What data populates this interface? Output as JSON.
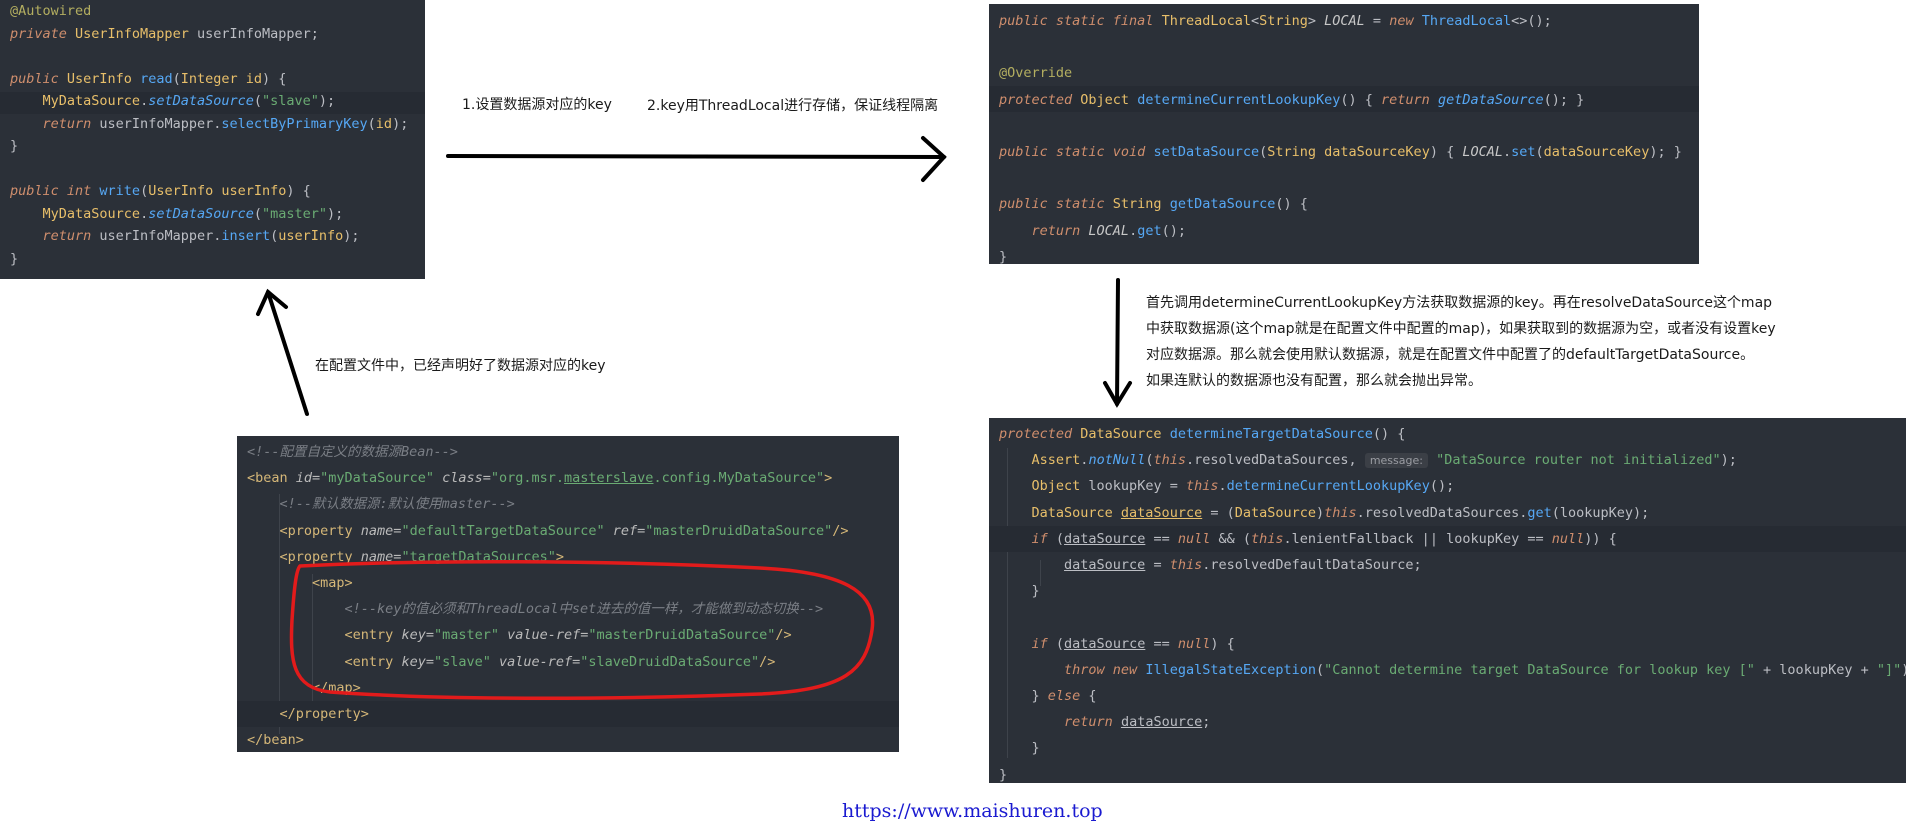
{
  "panel_read_write": {
    "lines": [
      [
        {
          "c": "an",
          "t": "@Autowired"
        }
      ],
      [
        {
          "c": "kw",
          "t": "private "
        },
        {
          "c": "ty",
          "t": "UserInfoMapper "
        },
        {
          "c": "",
          "t": "userInfoMapper;"
        }
      ],
      [],
      [
        {
          "c": "kw",
          "t": "public "
        },
        {
          "c": "ty",
          "t": "UserInfo "
        },
        {
          "c": "fn",
          "t": "read"
        },
        {
          "c": "",
          "t": "("
        },
        {
          "c": "ty",
          "t": "Integer "
        },
        {
          "c": "pa",
          "t": "id"
        },
        {
          "c": "",
          "t": ") {"
        }
      ],
      [
        {
          "c": "",
          "t": "    "
        },
        {
          "c": "ty",
          "t": "MyDataSource"
        },
        {
          "c": "",
          "t": "."
        },
        {
          "c": "fi",
          "t": "setDataSource"
        },
        {
          "c": "",
          "t": "("
        },
        {
          "c": "st",
          "t": "\"slave\""
        },
        {
          "c": "",
          "t": ");"
        }
      ],
      [
        {
          "c": "",
          "t": "    "
        },
        {
          "c": "kw",
          "t": "return "
        },
        {
          "c": "",
          "t": "userInfoMapper."
        },
        {
          "c": "fn",
          "t": "selectByPrimaryKey"
        },
        {
          "c": "",
          "t": "("
        },
        {
          "c": "pa",
          "t": "id"
        },
        {
          "c": "",
          "t": ");"
        }
      ],
      [
        {
          "c": "",
          "t": "}"
        }
      ],
      [],
      [
        {
          "c": "kw",
          "t": "public "
        },
        {
          "c": "kw",
          "t": "int "
        },
        {
          "c": "fn",
          "t": "write"
        },
        {
          "c": "",
          "t": "("
        },
        {
          "c": "ty",
          "t": "UserInfo "
        },
        {
          "c": "pa",
          "t": "userInfo"
        },
        {
          "c": "",
          "t": ") {"
        }
      ],
      [
        {
          "c": "",
          "t": "    "
        },
        {
          "c": "ty",
          "t": "MyDataSource"
        },
        {
          "c": "",
          "t": "."
        },
        {
          "c": "fi",
          "t": "setDataSource"
        },
        {
          "c": "",
          "t": "("
        },
        {
          "c": "st",
          "t": "\"master\""
        },
        {
          "c": "",
          "t": ");"
        }
      ],
      [
        {
          "c": "",
          "t": "    "
        },
        {
          "c": "kw",
          "t": "return "
        },
        {
          "c": "",
          "t": "userInfoMapper."
        },
        {
          "c": "fn",
          "t": "insert"
        },
        {
          "c": "",
          "t": "("
        },
        {
          "c": "pa",
          "t": "userInfo"
        },
        {
          "c": "",
          "t": ");"
        }
      ],
      [
        {
          "c": "",
          "t": "}"
        }
      ]
    ]
  },
  "panel_threadlocal": {
    "lines": [
      [
        {
          "c": "kw",
          "t": "public static final "
        },
        {
          "c": "ty",
          "t": "ThreadLocal"
        },
        {
          "c": "",
          "t": "<"
        },
        {
          "c": "ty",
          "t": "String"
        },
        {
          "c": "",
          "t": "> "
        },
        {
          "c": "bi",
          "t": "LOCAL"
        },
        {
          "c": "",
          "t": " = "
        },
        {
          "c": "kw",
          "t": "new "
        },
        {
          "c": "fn",
          "t": "ThreadLocal"
        },
        {
          "c": "",
          "t": "<>();"
        }
      ],
      [],
      [
        {
          "c": "an",
          "t": "@Override"
        }
      ],
      [
        {
          "c": "kw",
          "t": "protected "
        },
        {
          "c": "ty",
          "t": "Object "
        },
        {
          "c": "fn",
          "t": "determineCurrentLookupKey"
        },
        {
          "c": "",
          "t": "() { "
        },
        {
          "c": "kw",
          "t": "return "
        },
        {
          "c": "fi",
          "t": "getDataSource"
        },
        {
          "c": "",
          "t": "(); }"
        }
      ],
      [],
      [
        {
          "c": "kw",
          "t": "public static "
        },
        {
          "c": "kw",
          "t": "void "
        },
        {
          "c": "fn",
          "t": "setDataSource"
        },
        {
          "c": "",
          "t": "("
        },
        {
          "c": "ty",
          "t": "String "
        },
        {
          "c": "pa",
          "t": "dataSourceKey"
        },
        {
          "c": "",
          "t": ") { "
        },
        {
          "c": "bi",
          "t": "LOCAL"
        },
        {
          "c": "",
          "t": "."
        },
        {
          "c": "fn",
          "t": "set"
        },
        {
          "c": "",
          "t": "("
        },
        {
          "c": "pa",
          "t": "dataSourceKey"
        },
        {
          "c": "",
          "t": "); }"
        }
      ],
      [],
      [
        {
          "c": "kw",
          "t": "public static "
        },
        {
          "c": "ty",
          "t": "String "
        },
        {
          "c": "fn",
          "t": "getDataSource"
        },
        {
          "c": "",
          "t": "() {"
        }
      ],
      [
        {
          "c": "",
          "t": "    "
        },
        {
          "c": "kw",
          "t": "return "
        },
        {
          "c": "bi",
          "t": "LOCAL"
        },
        {
          "c": "",
          "t": "."
        },
        {
          "c": "fn",
          "t": "get"
        },
        {
          "c": "",
          "t": "();"
        }
      ],
      [
        {
          "c": "",
          "t": "}"
        }
      ]
    ]
  },
  "panel_xml": {
    "lines": [
      [
        {
          "c": "cm",
          "t": "<!--配置自定义的数据源Bean-->"
        }
      ],
      [
        {
          "c": "xt",
          "t": "<bean "
        },
        {
          "c": "xa",
          "t": "id="
        },
        {
          "c": "xv",
          "t": "\"myDataSource\" "
        },
        {
          "c": "xa",
          "t": "class="
        },
        {
          "c": "xv",
          "t": "\"org.msr."
        },
        {
          "c": "xv ul",
          "t": "masterslave"
        },
        {
          "c": "xv",
          "t": ".config.MyDataSource\""
        },
        {
          "c": "xt",
          "t": ">"
        }
      ],
      [
        {
          "c": "",
          "t": "    "
        },
        {
          "c": "cm",
          "t": "<!--默认数据源:默认使用master-->"
        }
      ],
      [
        {
          "c": "",
          "t": "    "
        },
        {
          "c": "xt",
          "t": "<property "
        },
        {
          "c": "xa",
          "t": "name="
        },
        {
          "c": "xv",
          "t": "\"defaultTargetDataSource\" "
        },
        {
          "c": "xa",
          "t": "ref="
        },
        {
          "c": "xv",
          "t": "\"masterDruidDataSource\""
        },
        {
          "c": "xt",
          "t": "/>"
        }
      ],
      [
        {
          "c": "",
          "t": "    "
        },
        {
          "c": "xt",
          "t": "<property "
        },
        {
          "c": "xa",
          "t": "name="
        },
        {
          "c": "xv",
          "t": "\"targetDataSources\""
        },
        {
          "c": "xt",
          "t": ">"
        }
      ],
      [
        {
          "c": "",
          "t": "        "
        },
        {
          "c": "xt",
          "t": "<map>"
        }
      ],
      [
        {
          "c": "",
          "t": "            "
        },
        {
          "c": "cm",
          "t": "<!--key的值必须和ThreadLocal中set进去的值一样，才能做到动态切换-->"
        }
      ],
      [
        {
          "c": "",
          "t": "            "
        },
        {
          "c": "xt",
          "t": "<entry "
        },
        {
          "c": "xa",
          "t": "key="
        },
        {
          "c": "xv",
          "t": "\"master\" "
        },
        {
          "c": "xa",
          "t": "value-ref="
        },
        {
          "c": "xv",
          "t": "\"masterDruidDataSource\""
        },
        {
          "c": "xt",
          "t": "/>"
        }
      ],
      [
        {
          "c": "",
          "t": "            "
        },
        {
          "c": "xt",
          "t": "<entry "
        },
        {
          "c": "xa",
          "t": "key="
        },
        {
          "c": "xv",
          "t": "\"slave\" "
        },
        {
          "c": "xa",
          "t": "value-ref="
        },
        {
          "c": "xv",
          "t": "\"slaveDruidDataSource\""
        },
        {
          "c": "xt",
          "t": "/>"
        }
      ],
      [
        {
          "c": "",
          "t": "        "
        },
        {
          "c": "xt",
          "t": "</map>"
        }
      ],
      [
        {
          "c": "",
          "t": "    "
        },
        {
          "c": "xt",
          "t": "</property>"
        }
      ],
      [
        {
          "c": "xt",
          "t": "</bean>"
        }
      ]
    ]
  },
  "panel_determine": {
    "lines": [
      [
        {
          "c": "kw",
          "t": "protected "
        },
        {
          "c": "ty",
          "t": "DataSource "
        },
        {
          "c": "fn",
          "t": "determineTargetDataSource"
        },
        {
          "c": "",
          "t": "() {"
        }
      ],
      [
        {
          "c": "",
          "t": "    "
        },
        {
          "c": "ty",
          "t": "Assert"
        },
        {
          "c": "",
          "t": "."
        },
        {
          "c": "fi",
          "t": "notNull"
        },
        {
          "c": "",
          "t": "("
        },
        {
          "c": "kw",
          "t": "this"
        },
        {
          "c": "",
          "t": ".resolvedDataSources, "
        },
        {
          "c": "hint",
          "t": "message:"
        },
        {
          "c": "",
          "t": " "
        },
        {
          "c": "st",
          "t": "\"DataSource router not initialized\""
        },
        {
          "c": "",
          "t": ");"
        }
      ],
      [
        {
          "c": "",
          "t": "    "
        },
        {
          "c": "ty",
          "t": "Object "
        },
        {
          "c": "",
          "t": "lookupKey = "
        },
        {
          "c": "kw",
          "t": "this"
        },
        {
          "c": "",
          "t": "."
        },
        {
          "c": "fn",
          "t": "determineCurrentLookupKey"
        },
        {
          "c": "",
          "t": "();"
        }
      ],
      [
        {
          "c": "",
          "t": "    "
        },
        {
          "c": "ty",
          "t": "DataSource "
        },
        {
          "c": "pa ul",
          "t": "dataSource"
        },
        {
          "c": "",
          "t": " = ("
        },
        {
          "c": "ty",
          "t": "DataSource"
        },
        {
          "c": "",
          "t": ")"
        },
        {
          "c": "kw",
          "t": "this"
        },
        {
          "c": "",
          "t": ".resolvedDataSources."
        },
        {
          "c": "fn",
          "t": "get"
        },
        {
          "c": "",
          "t": "(lookupKey);"
        }
      ],
      [
        {
          "c": "",
          "t": "    "
        },
        {
          "c": "kw",
          "t": "if "
        },
        {
          "c": "",
          "t": "("
        },
        {
          "c": "ul",
          "t": "dataSource"
        },
        {
          "c": "",
          "t": " == "
        },
        {
          "c": "kw",
          "t": "null"
        },
        {
          "c": "",
          "t": " && ("
        },
        {
          "c": "kw",
          "t": "this"
        },
        {
          "c": "",
          "t": ".lenientFallback || lookupKey == "
        },
        {
          "c": "kw",
          "t": "null"
        },
        {
          "c": "",
          "t": ")) {"
        }
      ],
      [
        {
          "c": "",
          "t": "        "
        },
        {
          "c": "ul",
          "t": "dataSource"
        },
        {
          "c": "",
          "t": " = "
        },
        {
          "c": "kw",
          "t": "this"
        },
        {
          "c": "",
          "t": ".resolvedDefaultDataSource;"
        }
      ],
      [
        {
          "c": "",
          "t": "    }"
        }
      ],
      [],
      [
        {
          "c": "",
          "t": "    "
        },
        {
          "c": "kw",
          "t": "if "
        },
        {
          "c": "",
          "t": "("
        },
        {
          "c": "ul",
          "t": "dataSource"
        },
        {
          "c": "",
          "t": " == "
        },
        {
          "c": "kw",
          "t": "null"
        },
        {
          "c": "",
          "t": ") {"
        }
      ],
      [
        {
          "c": "",
          "t": "        "
        },
        {
          "c": "kw",
          "t": "throw new "
        },
        {
          "c": "fn",
          "t": "IllegalStateException"
        },
        {
          "c": "",
          "t": "("
        },
        {
          "c": "st",
          "t": "\"Cannot determine target DataSource for lookup key [\""
        },
        {
          "c": "",
          "t": " + lookupKey + "
        },
        {
          "c": "st",
          "t": "\"]\""
        },
        {
          "c": "",
          "t": ");"
        }
      ],
      [
        {
          "c": "",
          "t": "    } "
        },
        {
          "c": "kw",
          "t": "else "
        },
        {
          "c": "",
          "t": "{"
        }
      ],
      [
        {
          "c": "",
          "t": "        "
        },
        {
          "c": "kw",
          "t": "return "
        },
        {
          "c": "ul",
          "t": "dataSource"
        },
        {
          "c": "",
          "t": ";"
        }
      ],
      [
        {
          "c": "",
          "t": "    }"
        }
      ],
      [
        {
          "c": "",
          "t": "}"
        }
      ]
    ]
  },
  "annotations": {
    "step1": "1.设置数据源对应的key",
    "step2": "2.key用ThreadLocal进行存储，保证线程隔离",
    "config_note": "在配置文件中，已经声明好了数据源对应的key",
    "lookup_line1": "首先调用determineCurrentLookupKey方法获取数据源的key。再在resolveDataSource这个map",
    "lookup_line2": "中获取数据源(这个map就是在配置文件中配置的map)，如果获取到的数据源为空，或者没有设置key",
    "lookup_line3": "对应数据源。那么就会使用默认数据源，就是在配置文件中配置了的defaultTargetDataSource。",
    "lookup_line4": "如果连默认的数据源也没有配置，那么就会抛出异常。"
  },
  "watermark": "https://www.maishuren.top",
  "colors": {
    "panel_bg": "#2b3038",
    "arrow": "#000000",
    "highlight_ellipse": "#e21b1b",
    "watermark": "#1a1ad0"
  }
}
